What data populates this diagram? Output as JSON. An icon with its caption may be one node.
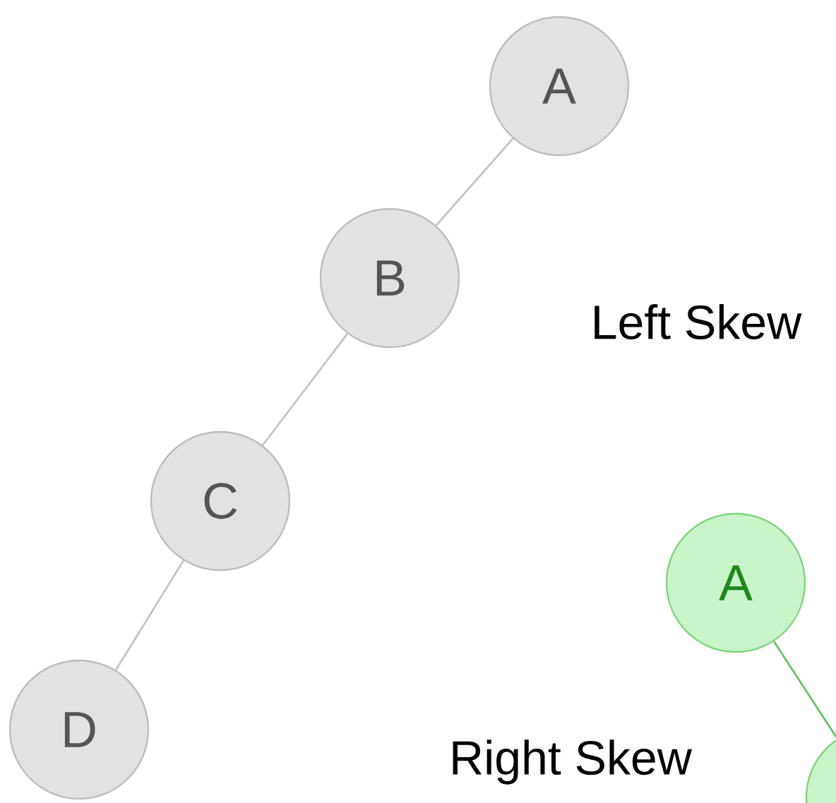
{
  "diagram": {
    "nodes": [
      {
        "text": [
          "A"
        ]
      },
      {
        "text": [
          "B"
        ]
      },
      {
        "text": [
          "C"
        ]
      },
      {
        "text": [
          "D"
        ]
      },
      {
        "text": [
          "A"
        ]
      },
      {
        "text": [],
        "shape": "circle"
      }
    ],
    "edges": [
      {
        "from": 0,
        "to": 1,
        "arrow": "none"
      },
      {
        "from": 1,
        "to": 2,
        "arrow": "none"
      },
      {
        "from": 2,
        "to": 3,
        "arrow": "none"
      },
      {
        "from": 4,
        "to": 5,
        "arrow": "none",
        "color": "#66c466"
      }
    ],
    "labels": [
      "Left Skew",
      "Right Skew"
    ]
  }
}
